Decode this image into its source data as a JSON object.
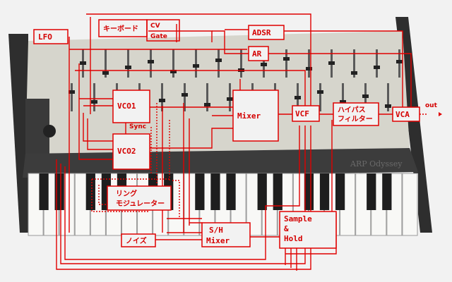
{
  "modules": {
    "lfo": "LFO",
    "keyboard": "キーボード",
    "cv": "CV",
    "gate": "Gate",
    "adsr": "ADSR",
    "ar": "AR",
    "vco1": "VCO1",
    "vco2": "VCO2",
    "sync": "Sync",
    "mixer": "Mixer",
    "vcf": "VCF",
    "hpf_line1": "ハイパス",
    "hpf_line2": "フィルター",
    "vca": "VCA",
    "out": "out",
    "ring_line1": "リング",
    "ring_line2": "モジュレーター",
    "noise": "ノイズ",
    "sh_mixer_line1": "S/H",
    "sh_mixer_line2": "Mixer",
    "sh_line1": "Sample",
    "sh_line2": "&",
    "sh_line3": "Hold"
  },
  "brand": "ARP Odyssey",
  "colors": {
    "signal": "#e00000",
    "panel": "#c8c8c0",
    "keys_bg": "#2a2a2a",
    "background": "#f2f2f2"
  }
}
